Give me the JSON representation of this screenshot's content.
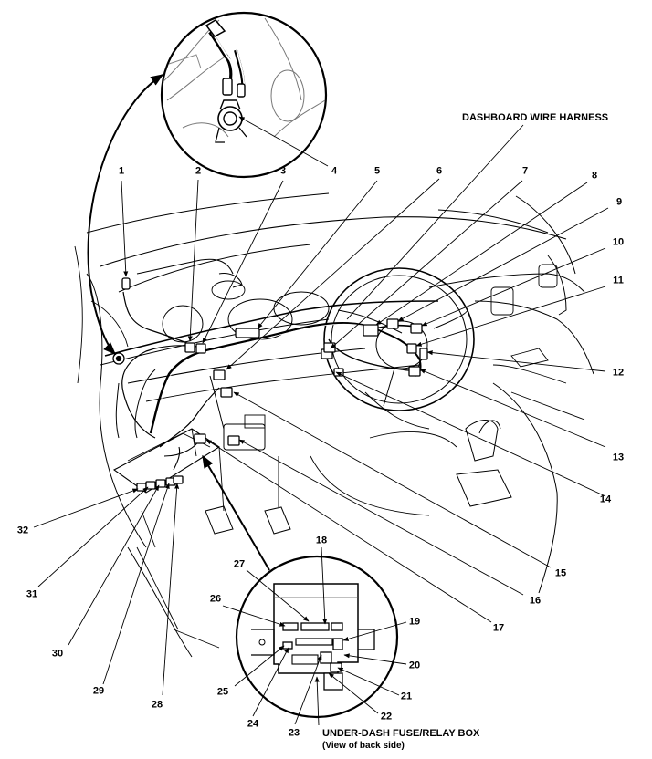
{
  "title": "DASHBOARD WIRE HARNESS",
  "fuse_box_label": "UNDER-DASH FUSE/RELAY BOX",
  "fuse_box_note": "(View of back side)",
  "callouts": [
    "1",
    "2",
    "3",
    "4",
    "5",
    "6",
    "7",
    "8",
    "9",
    "10",
    "11",
    "12",
    "13",
    "14",
    "15",
    "16",
    "17",
    "18",
    "19",
    "20",
    "21",
    "22",
    "23",
    "24",
    "25",
    "26",
    "27",
    "28",
    "29",
    "30",
    "31",
    "32"
  ]
}
